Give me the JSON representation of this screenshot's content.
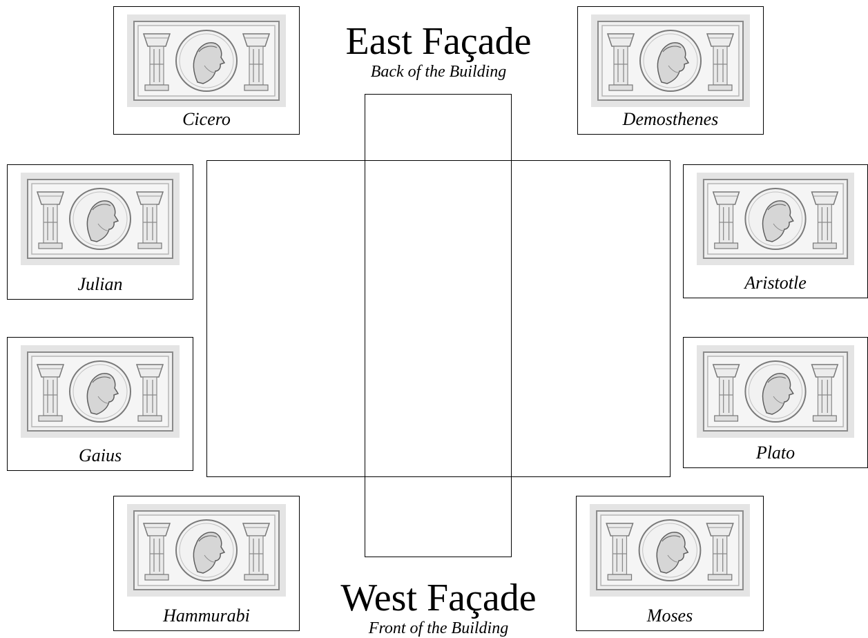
{
  "east": {
    "title": "East Façade",
    "subtitle": "Back of the Building"
  },
  "west": {
    "title": "West Façade",
    "subtitle": "Front of the Building"
  },
  "panels": {
    "cicero": "Cicero",
    "demosthenes": "Demosthenes",
    "julian": "Julian",
    "aristotle": "Aristotle",
    "gaius": "Gaius",
    "plato": "Plato",
    "hammurabi": "Hammurabi",
    "moses": "Moses"
  }
}
